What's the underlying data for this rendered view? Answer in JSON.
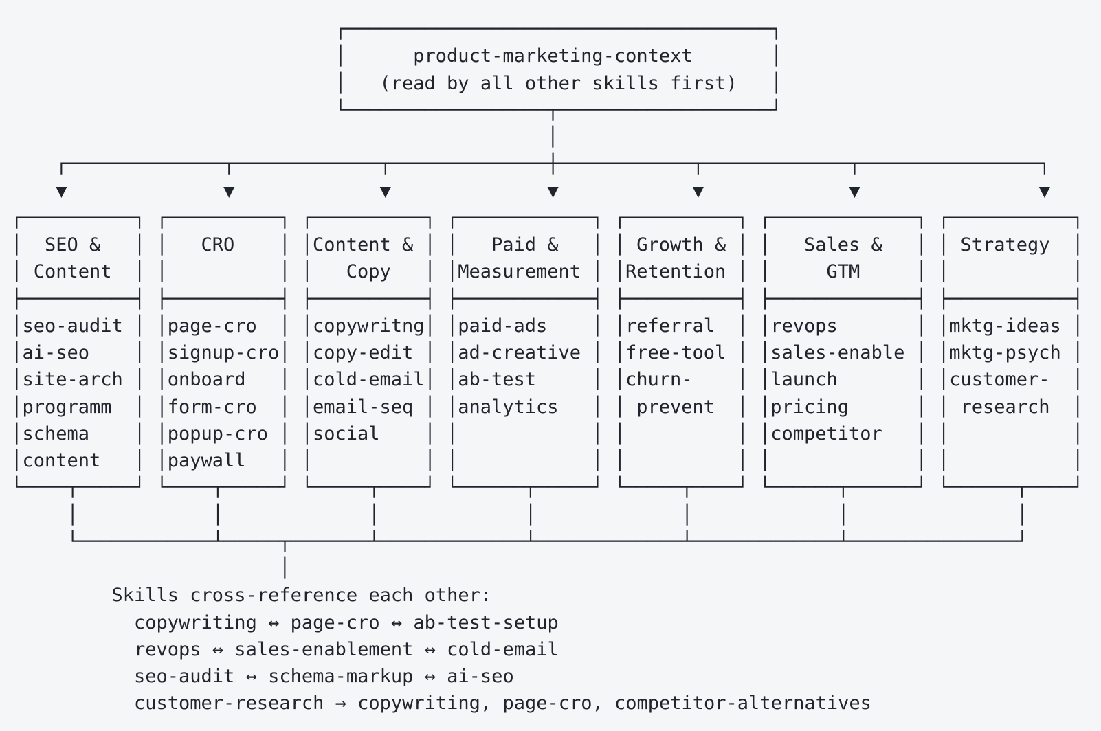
{
  "page": {
    "background_color": "#f5f6f8",
    "ink_color": "#20242c"
  },
  "root_box": {
    "name": "product-marketing-context",
    "width": 40,
    "tap": 19,
    "title_lines": [
      "product-marketing-context",
      "(read by all other skills first)"
    ]
  },
  "columns": [
    {
      "name": "SEO & Content",
      "width": 12,
      "tap": 5,
      "title_lines": [
        "SEO &",
        "Content"
      ],
      "items": [
        "seo-audit",
        "ai-seo",
        "site-arch",
        "programm",
        "schema",
        "content"
      ]
    },
    {
      "name": "CRO",
      "width": 12,
      "tap": 5,
      "title_lines": [
        "CRO",
        ""
      ],
      "items": [
        "page-cro",
        "signup-cro",
        "onboard",
        "form-cro",
        "popup-cro",
        "paywall"
      ]
    },
    {
      "name": "Content & Copy",
      "width": 12,
      "tap": 6,
      "title_lines": [
        "Content &",
        "Copy"
      ],
      "items": [
        "copywritng",
        "copy-edit",
        "cold-email",
        "email-seq",
        "social"
      ]
    },
    {
      "name": "Paid & Measurement",
      "width": 14,
      "tap": 7,
      "title_lines": [
        "Paid &",
        "Measurement"
      ],
      "items": [
        "paid-ads",
        "ad-creative",
        "ab-test",
        "analytics"
      ]
    },
    {
      "name": "Growth & Retention",
      "width": 12,
      "tap": 6,
      "title_lines": [
        "Growth &",
        "Retention"
      ],
      "items": [
        "referral",
        "free-tool",
        "churn-",
        " prevent"
      ]
    },
    {
      "name": "Sales & GTM",
      "width": 15,
      "tap": 7,
      "title_lines": [
        "Sales &",
        "GTM"
      ],
      "items": [
        "revops",
        "sales-enable",
        "launch",
        "pricing",
        "competitor"
      ]
    },
    {
      "name": "Strategy",
      "width": 13,
      "tap": 7,
      "title_lines": [
        "Strategy",
        ""
      ],
      "items": [
        "mktg-ideas",
        "mktg-psych",
        "customer-",
        " research"
      ]
    }
  ],
  "layout": {
    "item_rows": 6
  },
  "connectors": {
    "root_stub": "│",
    "distributor": "┌──────────────┬─────────────┬──────────────┼────────────┬─────────────┬────────────────┐",
    "arrows": "▼              ▼             ▼              ▼            ▼             ▼                ▼",
    "column_stubs": "│            │             │             │             │             │               │",
    "gather": "└────────────┴─────┬───────┴─────────────┴─────────────┴─────────────┴───────────────┘",
    "footer_stub": "│"
  },
  "footer": {
    "lines": [
      "Skills cross-reference each other:",
      "  copywriting ↔ page-cro ↔ ab-test-setup",
      "  revops ↔ sales-enablement ↔ cold-email",
      "  seo-audit ↔ schema-markup ↔ ai-seo",
      "  customer-research → copywriting, page-cro, competitor-alternatives"
    ]
  }
}
